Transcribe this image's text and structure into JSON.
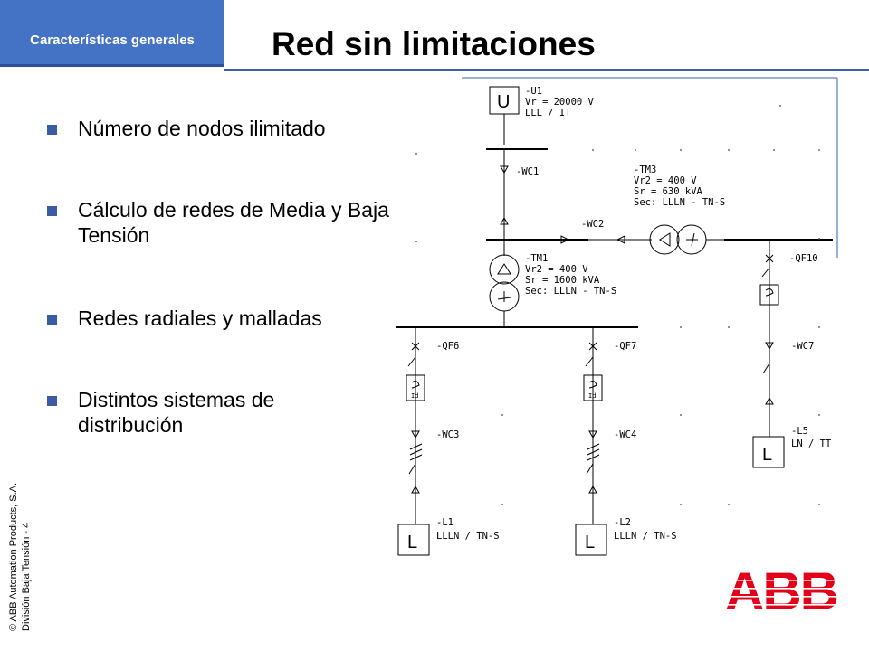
{
  "header": {
    "tab_label": "Características generales",
    "title": "Red sin limitaciones"
  },
  "bullets": [
    "Número de nodos ilimitado",
    "Cálculo de redes de Media y Baja Tensión",
    "Redes radiales y malladas",
    "Distintos sistemas de distribución"
  ],
  "footer": {
    "copyright": "© ABB Automation Products, S.A.",
    "division": "División Baja Tensión - 4"
  },
  "logo": {
    "text": "ABB",
    "color": "#e2001a"
  },
  "colors": {
    "accent": "#4472c4",
    "bullet": "#3b5ba5"
  },
  "diagram": {
    "U1": {
      "box": "U",
      "id": "-U1",
      "l1": "Vr = 20000 V",
      "l2": "LLL / IT"
    },
    "WC1": "-WC1",
    "WC2": "-WC2",
    "TM3": {
      "id": "-TM3",
      "l1": "Vr2 = 400 V",
      "l2": "Sr = 630 kVA",
      "l3": "Sec: LLLN - TN-S"
    },
    "TM1": {
      "id": "-TM1",
      "l1": "Vr2 = 400 V",
      "l2": "Sr = 1600 kVA",
      "l3": "Sec: LLLN - TN-S"
    },
    "QF10": "-QF10",
    "QF6": "-QF6",
    "QF7": "-QF7",
    "WC7": "-WC7",
    "WC3": "-WC3",
    "WC4": "-WC4",
    "L5": {
      "box": "L",
      "id": "-L5",
      "l1": "LN / TT"
    },
    "L1": {
      "box": "L",
      "id": "-L1",
      "l1": "LLLN / TN-S"
    },
    "L2": {
      "box": "L",
      "id": "-L2",
      "l1": "LLLN / TN-S"
    },
    "relay_label": "Id"
  }
}
